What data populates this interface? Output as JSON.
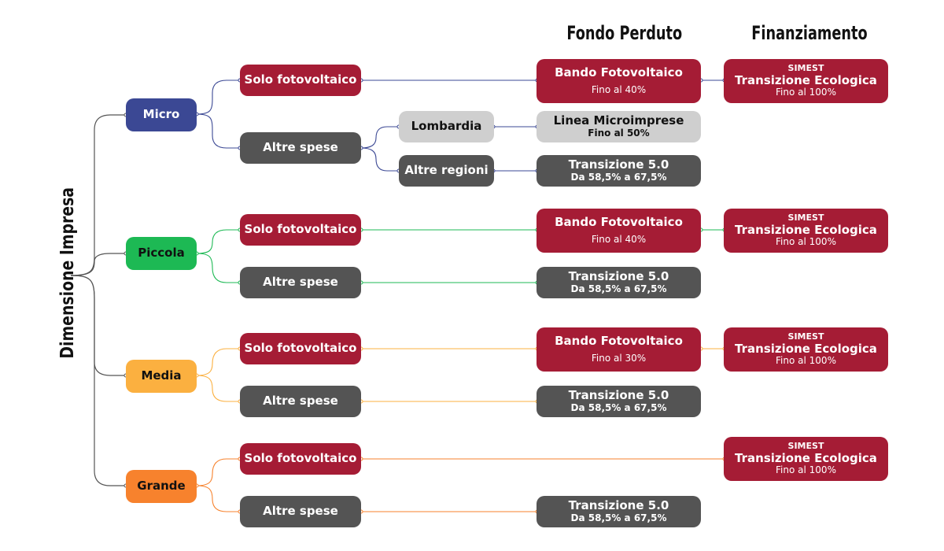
{
  "headers": {
    "fondo": "Fondo Perduto",
    "finanziamento": "Finanziamento"
  },
  "axis_label": "Dimensione Impresa",
  "colors": {
    "micro": "#3b4894",
    "piccola": "#1db954",
    "media": "#fbb040",
    "grande": "#f7822d",
    "red": "#a51c35",
    "dark": "#545454",
    "grey": "#cfcfcf"
  },
  "micro": {
    "label": "Micro",
    "solo": "Solo fotovoltaico",
    "altre": "Altre spese",
    "lombardia": "Lombardia",
    "altre_regioni": "Altre regioni",
    "bando": {
      "title": "Bando Fotovoltaico",
      "sub": "Fino al 40%"
    },
    "linea": {
      "title": "Linea Microimprese",
      "sub": "Fino al 50%"
    },
    "transizione": {
      "title": "Transizione 5.0",
      "sub": "Da 58,5% a 67,5%"
    },
    "fin": {
      "top": "SIMEST",
      "title": "Transizione Ecologica",
      "sub": "Fino al 100%"
    }
  },
  "piccola": {
    "label": "Piccola",
    "solo": "Solo fotovoltaico",
    "altre": "Altre spese",
    "bando": {
      "title": "Bando Fotovoltaico",
      "sub": "Fino al 40%"
    },
    "transizione": {
      "title": "Transizione 5.0",
      "sub": "Da 58,5% a 67,5%"
    },
    "fin": {
      "top": "SIMEST",
      "title": "Transizione Ecologica",
      "sub": "Fino al 100%"
    }
  },
  "media": {
    "label": "Media",
    "solo": "Solo fotovoltaico",
    "altre": "Altre spese",
    "bando": {
      "title": "Bando Fotovoltaico",
      "sub": "Fino al 30%"
    },
    "transizione": {
      "title": "Transizione 5.0",
      "sub": "Da 58,5% a 67,5%"
    },
    "fin": {
      "top": "SIMEST",
      "title": "Transizione Ecologica",
      "sub": "Fino al 100%"
    }
  },
  "grande": {
    "label": "Grande",
    "solo": "Solo fotovoltaico",
    "altre": "Altre spese",
    "transizione": {
      "title": "Transizione 5.0",
      "sub": "Da 58,5% a 67,5%"
    },
    "fin": {
      "top": "SIMEST",
      "title": "Transizione Ecologica",
      "sub": "Fino al 100%"
    }
  }
}
